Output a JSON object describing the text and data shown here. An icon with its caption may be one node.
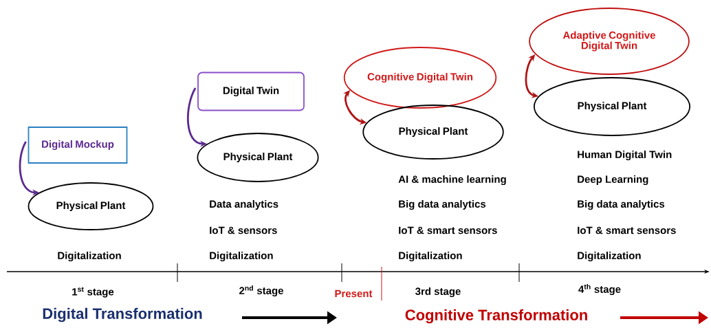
{
  "diagram": {
    "nodes": [
      {
        "text": [
          "Digital Mockup"
        ]
      },
      {
        "text": [
          "Physical Plant"
        ]
      },
      {
        "text": [
          "Digital Twin"
        ]
      },
      {
        "text": [
          "Physical Plant"
        ]
      },
      {
        "text": [
          "Cognitive Digital Twin"
        ]
      },
      {
        "text": [
          "Physical Plant"
        ]
      },
      {
        "text": [
          "Adaptive Cognitive Digital Twin"
        ]
      },
      {
        "text": [
          "Physical Plant"
        ]
      }
    ],
    "edges": [
      {
        "from": 0,
        "to": 1,
        "arrow": "to",
        "color": "#5b2a91"
      },
      {
        "from": 2,
        "to": 3,
        "arrow": "to",
        "color": "#5b2a91"
      },
      {
        "from": 4,
        "to": 5,
        "arrow": "both",
        "color": "#b01515"
      },
      {
        "from": 6,
        "to": 7,
        "arrow": "both",
        "color": "#b01515"
      }
    ],
    "labels": [
      "Digitalization",
      "Data analytics",
      "IoT & sensors",
      "Digitalization",
      "AI & machine learning",
      "Big data analytics",
      "IoT & smart sensors",
      "Digitalization",
      "Human Digital Twin",
      "Deep Learning",
      "Big data analytics",
      "IoT & smart sensors",
      "Digitalization",
      "1$^{st}$ stage",
      "2$^{nd}$ stage",
      "Present",
      "3rd stage",
      "4$^{th}$ stage",
      "Digital Transformation",
      "Cognitive Transformation"
    ]
  }
}
